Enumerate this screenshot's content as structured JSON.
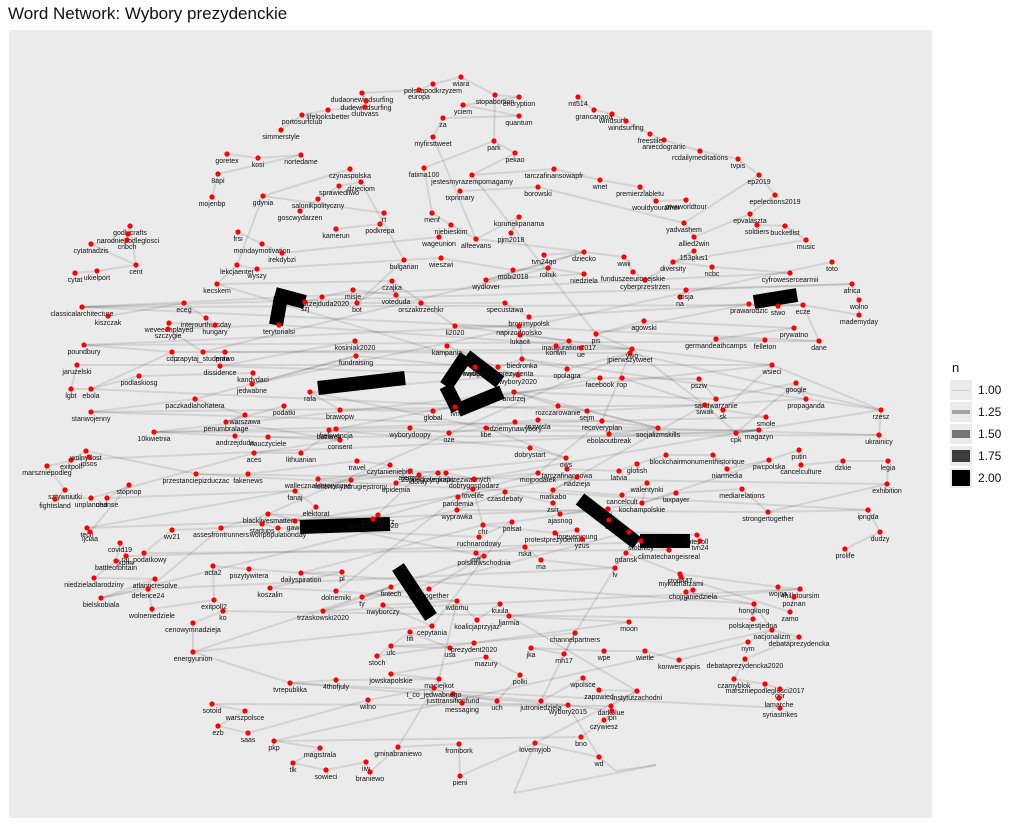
{
  "title": "Word Network: Wybory prezydenckie",
  "chart_data": {
    "type": "network",
    "title": "Word Network: Wybory prezydenckie",
    "legend": {
      "title": "n",
      "entries": [
        "1.00",
        "1.25",
        "1.50",
        "1.75",
        "2.00"
      ],
      "placement": "right"
    },
    "colors": {
      "node": "#ff0000",
      "edge": "#000000",
      "panel": "#ebebeb"
    },
    "nodes": [
      "wiara",
      "polskapodkrzyzem",
      "europa",
      "dudaonewindsurfing",
      "dudewindsurfing",
      "clubvass",
      "lifelooksbetter",
      "portosurfclub",
      "simmerstyle",
      "stopabortion",
      "encryption",
      "yciem",
      "quantum",
      "za",
      "myfirsttweet",
      "mt514",
      "grancanaria",
      "windsurf",
      "windsurfing",
      "freestile",
      "aniecdogranic",
      "rcdailymeditations",
      "tvpis",
      "ep2019",
      "epelections2019",
      "goretex",
      "kosi",
      "nortedame",
      "8api",
      "mojenbp",
      "czynaspolska",
      "dzieciom",
      "sprawiedliwo",
      "salonikpolityczny",
      "goscwydarzen",
      "fatima100",
      "park",
      "pekao",
      "jestesmyrazempomagamy",
      "tarczafinansowapfr",
      "wnet",
      "premierzlabletu",
      "wouldyourather",
      "pwaworldtour",
      "txprimary",
      "borowski",
      "gdynia",
      "rt",
      "podkrepa",
      "kamerun",
      "menf",
      "niebieskim",
      "alfeevans",
      "korunekpanama",
      "pjm2018",
      "yadvashem",
      "allied2win",
      "epvalaszta",
      "soldiers",
      "bucketlist",
      "music",
      "frsi",
      "mondaymotivation",
      "irekdybzi",
      "wageunion",
      "tvn24go",
      "dziecko",
      "wwii",
      "funduszeeuropejskie",
      "cyberprzestrzen",
      "153plus1",
      "diversity",
      "ncbc",
      "cyfrowesercearmii",
      "toto",
      "godlycrafts",
      "narodniepodleglosci",
      "cnbch",
      "cytatnadzis",
      "cent",
      "ukielport",
      "cytat",
      "lekcjaenter",
      "wyszy",
      "bulgarian",
      "wieszwi",
      "mobi2018",
      "rolnik",
      "niedziela",
      "wydlover",
      "na",
      "rosja",
      "africa",
      "wolno",
      "mademyday",
      "kecskem",
      "czajka",
      "voteduda",
      "misje",
      "andrzejduda2020",
      "szj",
      "bot",
      "orszaktrzechkr",
      "specustawa",
      "bronimypolsk",
      "prawarodzic",
      "stwo",
      "ecze",
      "classicalarchitecture",
      "kiszczak",
      "eceg",
      "interourthursday",
      "hungary",
      "weveeenplayed",
      "szczygie",
      "terytorialsi",
      "li2020",
      "naprzodpolsko",
      "lukacit",
      "inauguration2017",
      "korwin",
      "ue",
      "pis",
      "agowski",
      "prywatno",
      "germandeathcamps",
      "felleton",
      "dane",
      "poundbury",
      "cdp",
      "zapytaj_studenta",
      "prawo",
      "dissidence",
      "kosiniak2020",
      "kampania",
      "inauguracjaprezydenta",
      "biedronka",
      "opolagra",
      "jpierwszytweet",
      "ywo",
      "wsieci",
      "jaruzelski",
      "lgbt",
      "ebola",
      "podlaskiosg",
      "kandydaci",
      "jedwabne",
      "fundraising",
      "wybory",
      "wybory2020",
      "facebook",
      "rop",
      "pszw",
      "sandwarzanie",
      "google",
      "propaganda",
      "rzesz",
      "ukrainicy",
      "stanwojenny",
      "paczkadlahohatera",
      "warszawa",
      "penumbralage",
      "podatki",
      "rafa",
      "brawopw",
      "global",
      "tvn",
      "andrzej",
      "rozczarowanie",
      "sejm",
      "siwak",
      "sk",
      "smole",
      "10kwietnia",
      "andrzejduda",
      "nauczyciele",
      "consent",
      "frekwencja",
      "wyborydoopy",
      "oze",
      "libe",
      "idziemynawybory",
      "rozwisla",
      "recoveryplan",
      "socjalizmskills",
      "ebolaoutbreak",
      "cpk",
      "magazyn",
      "exitpoll",
      "wolnydost",
      "ipsos",
      "marszniepodleg",
      "sztywniutki",
      "fightisland",
      "unplanned",
      "aces",
      "lithuanian",
      "bazarek",
      "dobrystart",
      "ows",
      "tarczafinansowa",
      "latvia",
      "glofish",
      "blockchain",
      "monumenthistorique",
      "niarmedia",
      "pwcpolska",
      "putin",
      "cancelculture",
      "dzkie",
      "legia",
      "exhibition",
      "przestanciepizduczac",
      "fakenews",
      "travel",
      "czytanieniebiol",
      "feliertonyzdrugiejstrony",
      "wallecznaldetoryczne",
      "alertrcb",
      "29pielgrzymkaprzezwaznych",
      "dobrygospodarz",
      "mojpodatek",
      "nadzieja",
      "matkabo",
      "cancelcult",
      "walentynki",
      "kochampolskie",
      "taxpayer",
      "mediarelations",
      "strongertogether",
      "ipngda",
      "dudzy",
      "prolife",
      "tech",
      "ijciaa",
      "stopnop",
      "chanse",
      "fanaj",
      "elektorat",
      "gawo",
      "komentarz",
      "czaskowski2020",
      "dorny",
      "epidemia",
      "koleginski",
      "lovelife",
      "pandemia",
      "wyprawka",
      "czasdebaty",
      "zsrr",
      "ajasnog",
      "ecj",
      "ag",
      "stobnicy",
      "climatechangeisreal",
      "raj_podatkowy",
      "wv21",
      "assesfrontrunners",
      "blacklivesmatter",
      "startups",
      "worlpopulationday",
      "ruchnarodowy",
      "polsat",
      "chr",
      "protestprezydentow",
      "foreveryoung",
      "yzus",
      "otd",
      "latepoll",
      "tvn24",
      "kprm",
      "covid19",
      "battleofbritain",
      "niedzieladlarodziny",
      "atlanticresolve",
      "bielskobiala",
      "defence24",
      "wolneniedziele",
      "exitpoll2",
      "acta2",
      "pozytywitera",
      "dailyspiration",
      "pl",
      "koszalin",
      "dolnemiki",
      "trzaskowski2020",
      "fintech",
      "ty",
      "praytogether",
      "polskawschodnia",
      "mff",
      "rska",
      "ma",
      "lv",
      "gdansk",
      "stop447",
      "wojna",
      "4hillstoursim",
      "poznan",
      "zamo",
      "mykucharzami",
      "chojnaniedziela",
      "tr",
      "hongkong",
      "polskajestjedna",
      "ko",
      "cenowymnadzieja",
      "energyunion",
      "cepytania",
      "nwyborczy",
      "wdomu",
      "koalicjaprzyjaz",
      "kuula",
      "ljarmia",
      "moon",
      "stoch",
      "fifi",
      "usa",
      "ufc",
      "prezydent2020",
      "channelpartners",
      "mh17",
      "jka",
      "wpe",
      "wietle",
      "konwencjapis",
      "nym",
      "nacjonalizm",
      "debataprezydencka",
      "debataprezydencka2020",
      "czamyblok",
      "marszniepodleglosci2017",
      "gor",
      "lamarche",
      "syriastrikes",
      "tvrepublika",
      "4thofjuly",
      "maciejkot",
      "jowskapolskie",
      "mazury",
      "polki",
      "uch",
      "justtransitionfund",
      "jutroniedziela",
      "wpolsce",
      "zapowied",
      "instytutzachodni",
      "darkblue",
      "sotoid",
      "warszpolsce",
      "ezb",
      "saas",
      "wilno",
      "t_co_jedwabnego",
      "messaging",
      "wybory2015",
      "ipn",
      "czywiesz",
      "bno",
      "pkp",
      "magistrala",
      "tlk",
      "sowieci",
      "iiw",
      "braniewo",
      "gminabraniewo",
      "frombork",
      "pieni",
      "lovemyjob",
      "wd"
    ]
  }
}
